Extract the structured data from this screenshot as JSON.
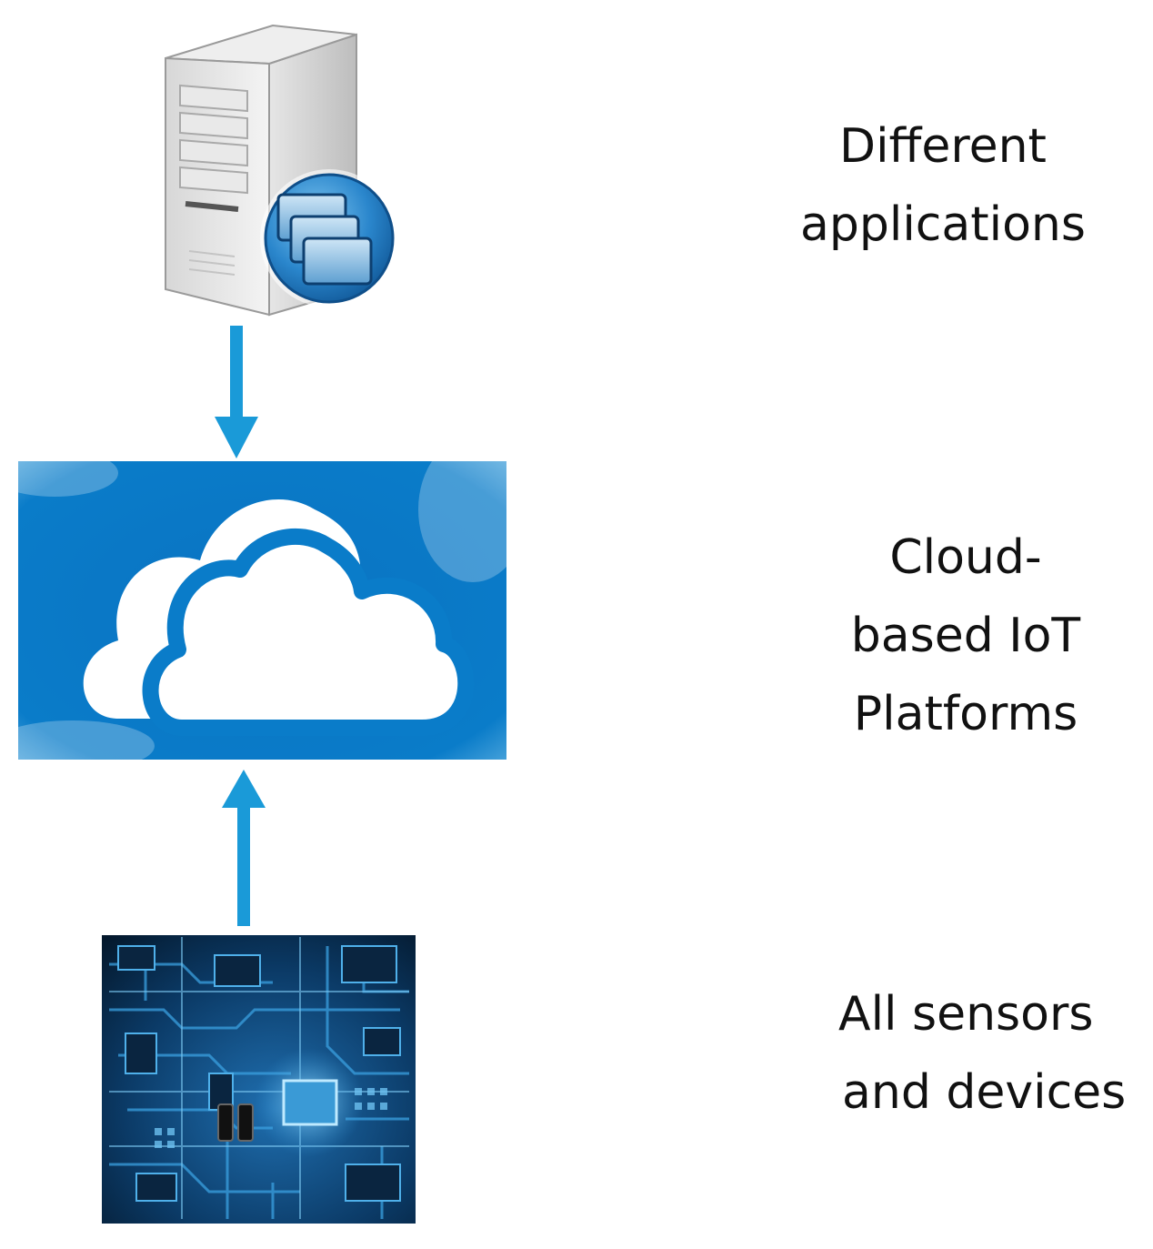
{
  "diagram": {
    "layers": [
      {
        "id": "applications",
        "icon": "server-icon",
        "label_lines": [
          "Different",
          "applications"
        ]
      },
      {
        "id": "cloud",
        "icon": "cloud-icon",
        "label_lines": [
          "Cloud-",
          "based IoT",
          "Platforms"
        ]
      },
      {
        "id": "devices",
        "icon": "circuit-board-icon",
        "label_lines": [
          "All sensors",
          "and devices"
        ]
      }
    ],
    "arrows": [
      {
        "from": "applications",
        "to": "cloud"
      },
      {
        "from": "devices",
        "to": "cloud"
      }
    ],
    "colors": {
      "accent": "#1a9ad8",
      "cloud_panel": "#0a7cc9",
      "board": "#0b3a66"
    }
  }
}
